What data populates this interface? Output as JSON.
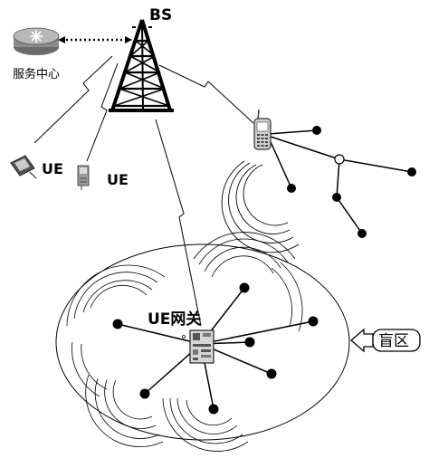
{
  "labels": {
    "bs": "BS",
    "service_center": "服务中心",
    "ue_1": "UE",
    "ue_2": "UE",
    "ue_gateway": "UE网关",
    "blind_zone": "盲区"
  },
  "icons": {
    "router": "router-icon",
    "tower": "cell-tower-icon",
    "pda": "pda-device-icon",
    "handset": "handset-device-icon",
    "phone": "mobile-phone-icon",
    "gateway": "gateway-device-icon"
  },
  "colors": {
    "line": "#000000",
    "node": "#000000",
    "router_body": "#8a8a8a"
  }
}
